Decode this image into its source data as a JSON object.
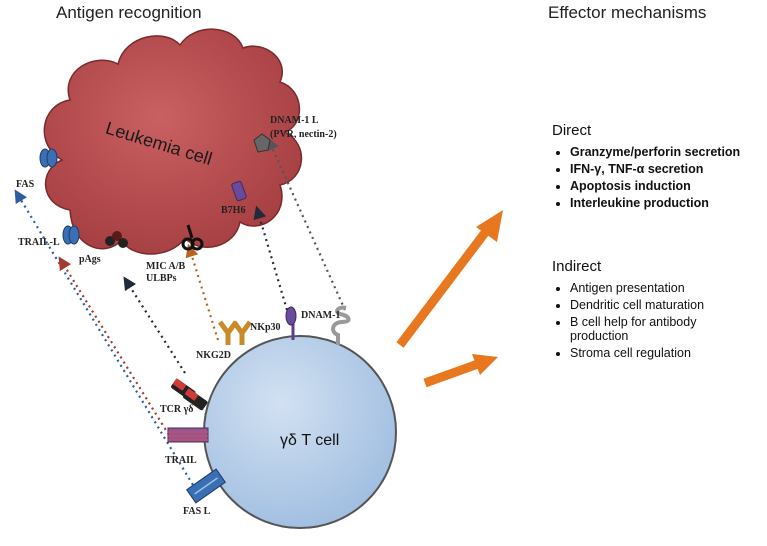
{
  "headings": {
    "left": "Antigen recognition",
    "right": "Effector mechanisms"
  },
  "cells": {
    "leukemia": "Leukemia cell",
    "tcell": "γδ T cell"
  },
  "labels": {
    "fas": "FAS",
    "trail_l": "TRAIL-L",
    "pags": "pAgs",
    "mic": "MIC A/B",
    "ulbps": "ULBPs",
    "b7h6": "B7H6",
    "dnam1l_line1": "DNAM-1 L",
    "dnam1l_line2": "(PVR, nectin-2)",
    "nkp30": "NKp30",
    "dnam1": "DNAM-1",
    "nkg2d": "NKG2D",
    "tcr": "TCR γδ",
    "trail": "TRAIL",
    "fasl": "FAS L"
  },
  "direct": {
    "title": "Direct",
    "items": [
      "Granzyme/perforin secretion",
      "IFN-γ, TNF-α secretion",
      "Apoptosis induction",
      "Interleukine production"
    ]
  },
  "indirect": {
    "title": "Indirect",
    "items": [
      "Antigen presentation",
      "Dendritic cell maturation",
      "B cell help for antibody production",
      "Stroma cell regulation"
    ]
  },
  "colors": {
    "leukemia_fill": "#b24a4c",
    "tcell_fill": "#b7cde8",
    "effector_arrow": "#e8781f",
    "blue_dotted": "#2e5d9f",
    "red_dotted": "#a33a30",
    "black_dotted": "#1f2a3a",
    "orange_dotted": "#b5651d",
    "grey_dotted": "#555555"
  }
}
